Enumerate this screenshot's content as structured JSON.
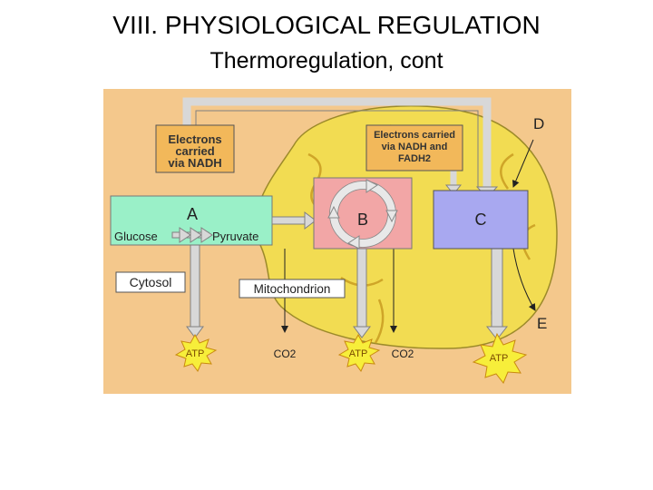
{
  "slide": {
    "title": "VIII.  PHYSIOLOGICAL REGULATION",
    "subtitle": "Thermoregulation, cont"
  },
  "diagram": {
    "colors": {
      "panel_bg": "#f4c88c",
      "mitochondrion": "#f2dc52",
      "box_orange": "#f2b85a",
      "box_green": "#9af0c8",
      "box_pink": "#f2a6a6",
      "box_blue": "#a8a8f0",
      "starburst": "#f7ee3a",
      "arrow_gray": "#b8b8b8"
    },
    "electrons_nadh": [
      "Electrons",
      "carried",
      "via NADH"
    ],
    "electrons_nadh_fadh": [
      "Electrons carried",
      "via NADH and",
      "FADH2"
    ],
    "box_a_label": "A",
    "glucose": "Glucose",
    "pyruvate": "Pyruvate",
    "box_b_label": "B",
    "box_c_label": "C",
    "label_d": "D",
    "label_e": "E",
    "cytosol": "Cytosol",
    "mitochondrion": "Mitochondrion",
    "atp": "ATP",
    "co2": "CO2"
  }
}
